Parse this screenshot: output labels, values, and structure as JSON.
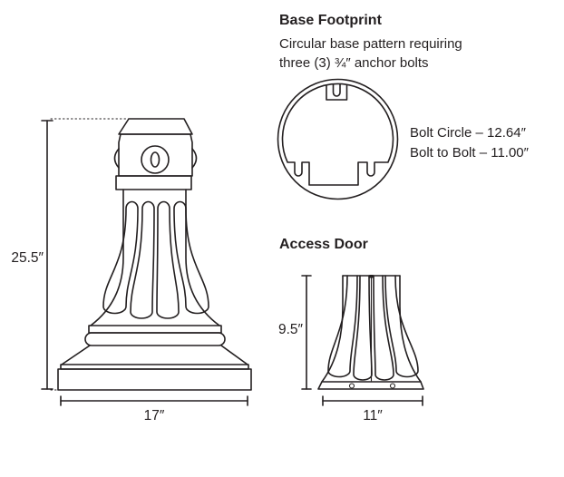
{
  "base_footprint": {
    "heading": "Base Footprint",
    "description_lines": [
      "Circular base pattern requiring",
      "three (3) ¾″ anchor bolts"
    ],
    "specs": {
      "bolt_circle": "Bolt Circle – 12.64″",
      "bolt_to_bolt": "Bolt to Bolt – 11.00″"
    }
  },
  "pedestal": {
    "height_label": "25.5″",
    "width_label": "17″"
  },
  "access_door": {
    "heading": "Access Door",
    "height_label": "9.5″",
    "width_label": "11″"
  },
  "colors": {
    "line": "#231f20",
    "background": "#ffffff"
  }
}
